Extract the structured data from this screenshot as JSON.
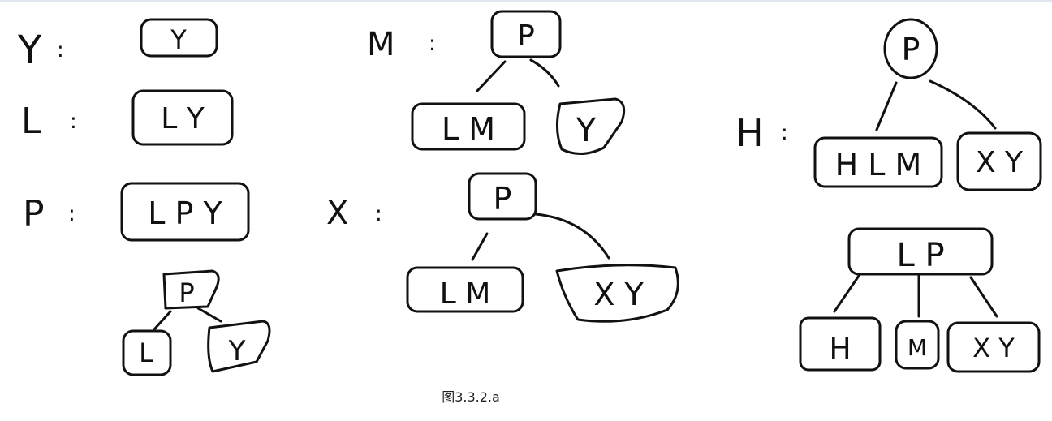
{
  "caption": "图3.3.2.a",
  "steps": [
    {
      "label": "Y",
      "nodes": [
        {
          "keys": "Y"
        }
      ]
    },
    {
      "label": "L",
      "nodes": [
        {
          "keys": "L Y"
        }
      ]
    },
    {
      "label": "P",
      "nodes": [
        {
          "keys": "L P Y"
        },
        {
          "keys": "P"
        },
        {
          "keys": "L"
        },
        {
          "keys": "Y"
        }
      ]
    },
    {
      "label": "M",
      "nodes": [
        {
          "keys": "P"
        },
        {
          "keys": "L M"
        },
        {
          "keys": "Y"
        }
      ]
    },
    {
      "label": "X",
      "nodes": [
        {
          "keys": "P"
        },
        {
          "keys": "L M"
        },
        {
          "keys": "X Y"
        }
      ]
    },
    {
      "label": "H",
      "nodes": [
        {
          "keys": "P"
        },
        {
          "keys": "H L M"
        },
        {
          "keys": "X Y"
        },
        {
          "keys": "L P"
        },
        {
          "keys": "H"
        },
        {
          "keys": "M"
        },
        {
          "keys": "X Y"
        }
      ]
    }
  ]
}
